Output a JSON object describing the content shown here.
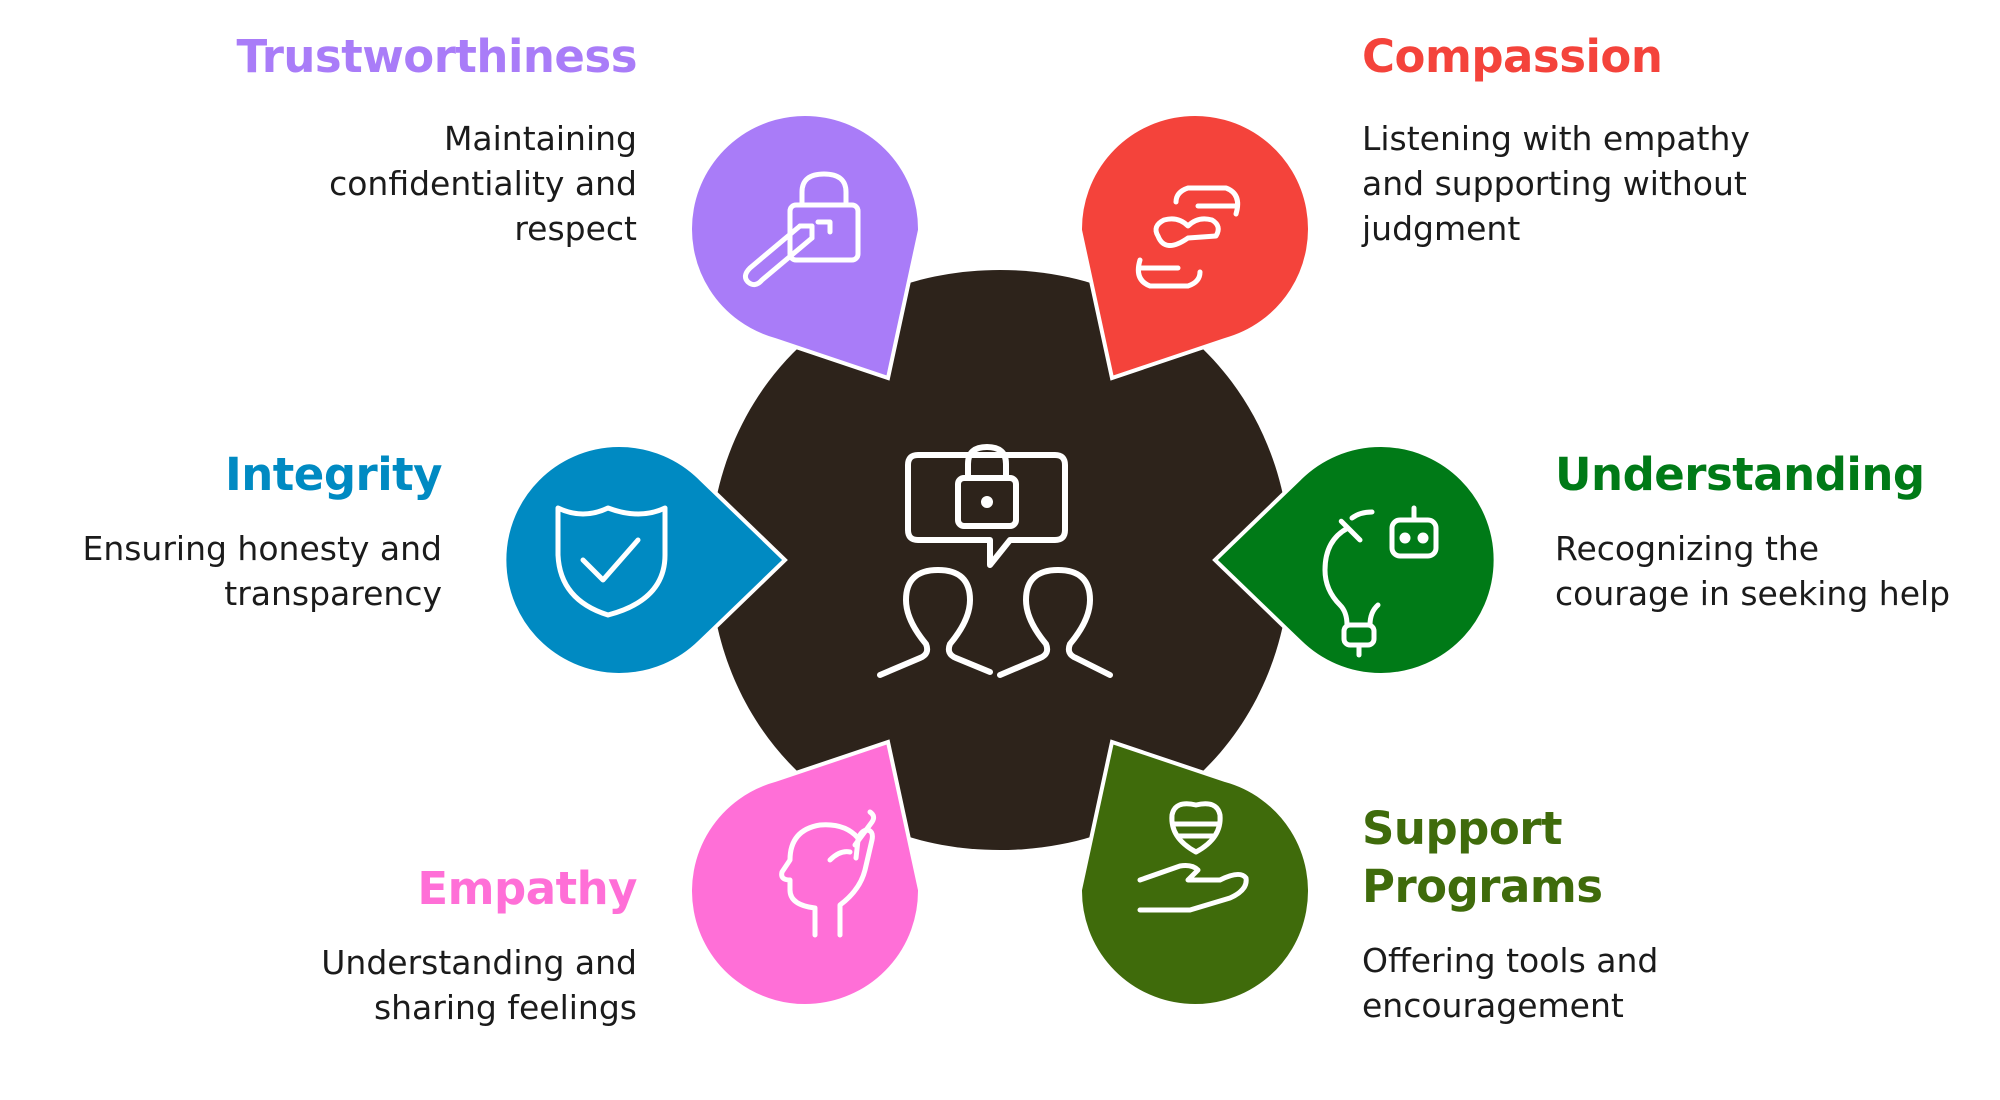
{
  "colors": {
    "hub": "#2d231b",
    "trustworthiness": "#a97cf8",
    "compassion": "#f4433b",
    "integrity": "#008ac2",
    "understanding": "#007a17",
    "empathy": "#ff6fd7",
    "support": "#3f6b0b"
  },
  "center": {
    "icon": "confidential-chat-icon"
  },
  "nodes": {
    "trustworthiness": {
      "title": "Trustworthiness",
      "description_lines": [
        "Maintaining",
        "confidentiality and",
        "respect"
      ],
      "icon": "key-lock-icon"
    },
    "compassion": {
      "title": "Compassion",
      "description_lines": [
        "Listening with empathy",
        "and supporting without",
        "judgment"
      ],
      "icon": "hands-heart-icon"
    },
    "integrity": {
      "title": "Integrity",
      "description_lines": [
        "Ensuring honesty and",
        "transparency"
      ],
      "icon": "shield-check-icon"
    },
    "understanding": {
      "title": "Understanding",
      "description_lines": [
        "Recognizing the",
        "courage in seeking help"
      ],
      "icon": "lightbulb-robot-icon"
    },
    "empathy": {
      "title": "Empathy",
      "description_lines": [
        "Understanding and",
        "sharing feelings"
      ],
      "icon": "head-hand-icon"
    },
    "support": {
      "title_lines": [
        "Support",
        "Programs"
      ],
      "description_lines": [
        "Offering tools and",
        "encouragement"
      ],
      "icon": "hand-heart-icon"
    }
  }
}
